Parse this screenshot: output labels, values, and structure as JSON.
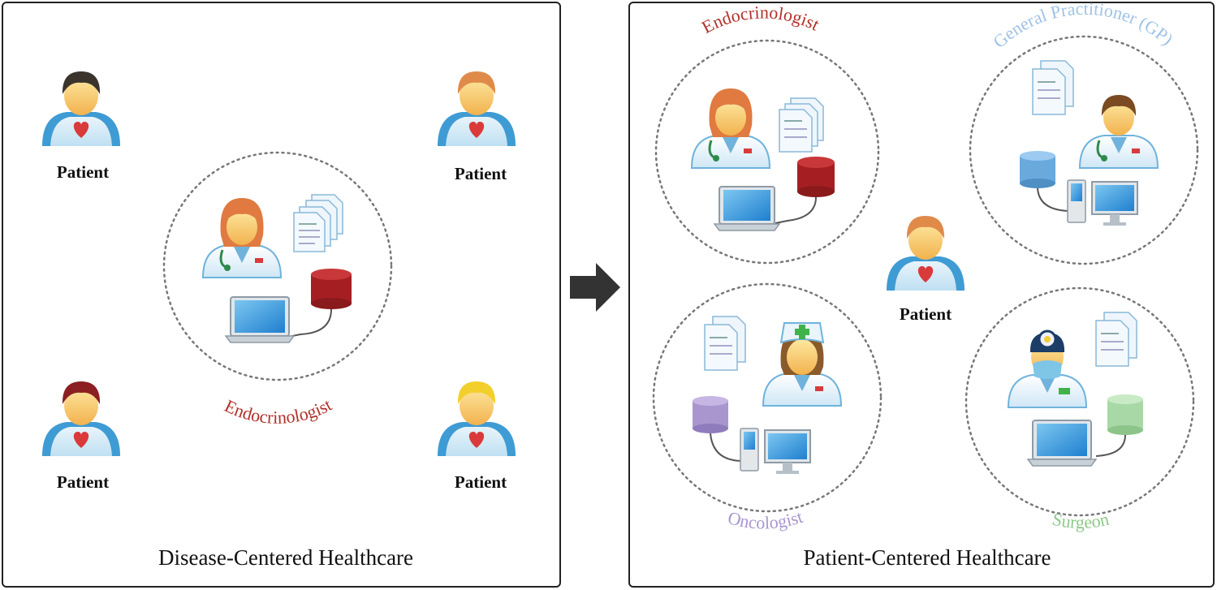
{
  "left_panel": {
    "caption": "Disease-Centered Healthcare",
    "specialist_label": "Endocrinologist",
    "patient_labels": [
      "Patient",
      "Patient",
      "Patient",
      "Patient"
    ]
  },
  "right_panel": {
    "caption": "Patient-Centered Healthcare",
    "patient_label": "Patient",
    "specialists": {
      "endocrinologist": "Endocrinologist",
      "gp": "General Practitioner (GP)",
      "oncologist": "Oncologist",
      "surgeon": "Surgeon"
    }
  },
  "colors": {
    "endocrinologist": "#b0312a",
    "gp": "#9fc2e6",
    "oncologist": "#a996cf",
    "surgeon": "#8fc98a",
    "arrow": "#333333"
  }
}
